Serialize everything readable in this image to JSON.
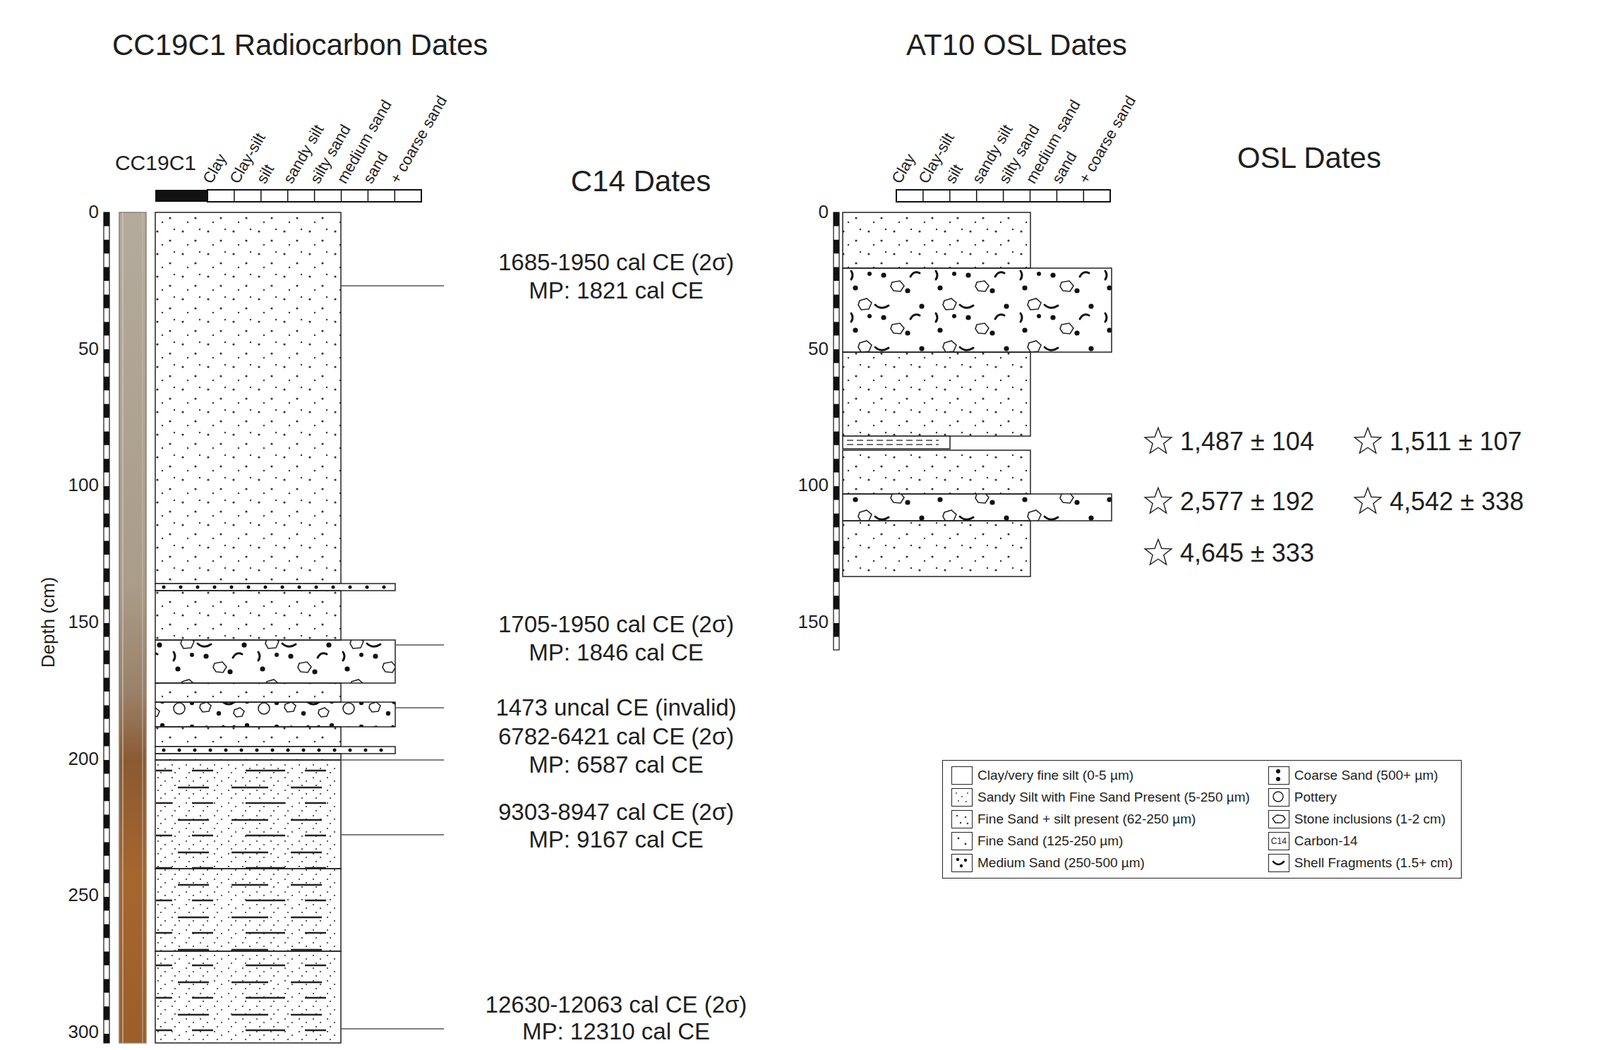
{
  "diagram": {
    "labels": [
      "CC19C1 Radiocarbon Dates",
      "AT10 OSL Dates",
      "CC19C1",
      "Clay",
      "Clay-silt",
      "silt",
      "sandy silt",
      "silty sand",
      "medium sand",
      "sand",
      "+ coarse sand",
      "C14 Dates",
      "0",
      "50",
      "100",
      "150",
      "200",
      "250",
      "300",
      "Depth (cm)",
      "Clay",
      "Clay-silt",
      "silt",
      "sandy silt",
      "silty sand",
      "medium sand",
      "sand",
      "+ coarse sand",
      "OSL Dates",
      "0",
      "50",
      "100",
      "150",
      "1685-1950 cal CE (2σ)",
      "MP: 1821 cal CE",
      "1705-1950 cal CE (2σ)",
      "MP: 1846 cal CE",
      "1473 uncal CE (invalid)",
      "6782-6421 cal CE (2σ)",
      "MP: 6587 cal CE",
      "9303-8947 cal CE (2σ)",
      "MP: 9167 cal CE",
      "12630-12063 cal CE (2σ)",
      "MP: 12310 cal CE",
      "1,487 ± 104",
      "1,511 ± 107",
      "2,577 ± 192",
      "4,542 ± 338",
      "4,645 ± 333",
      "C14"
    ],
    "legend": [
      {
        "text": "Clay/very fine silt (0-5 µm)"
      },
      {
        "text": "Sandy Silt with Fine Sand Present (5-250 µm)"
      },
      {
        "text": "Fine Sand + silt present (62-250 µm)"
      },
      {
        "text": "Fine Sand (125-250 µm)"
      },
      {
        "text": "Medium Sand (250-500 µm)"
      },
      {
        "text": "Coarse Sand (500+ µm)"
      },
      {
        "text": "Pottery"
      },
      {
        "text": "Stone inclusions (1-2 cm)"
      },
      {
        "text": "Carbon-14"
      },
      {
        "text": "Shell Fragments (1.5+ cm)"
      }
    ]
  }
}
